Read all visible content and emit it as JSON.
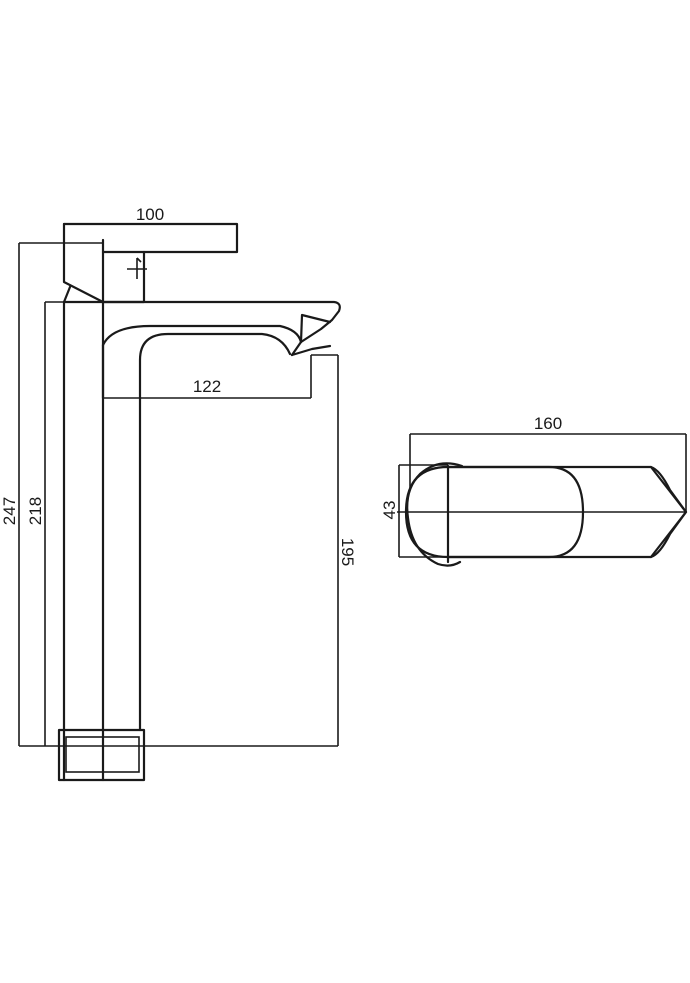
{
  "side_view": {
    "dim_width_top": "100",
    "dim_spout_reach": "122",
    "dim_total_height": "247",
    "dim_body_height": "218",
    "dim_spout_height": "195"
  },
  "top_view": {
    "dim_length": "160",
    "dim_depth": "43"
  },
  "colors": {
    "line": "#1a1a1a",
    "background": "#ffffff"
  }
}
